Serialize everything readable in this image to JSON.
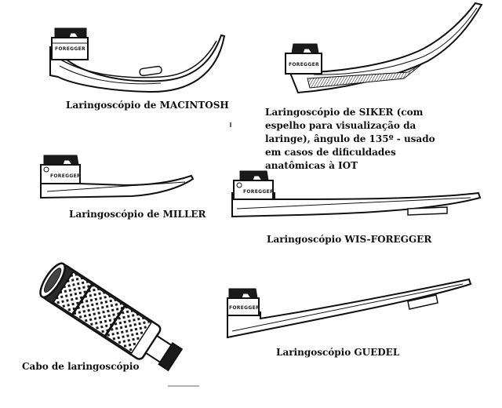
{
  "instruments": [
    {
      "id": "macintosh",
      "caption": "Laringoscópio de MACINTOSH",
      "brand": "FOREGGER"
    },
    {
      "id": "siker",
      "caption": "Laringoscópio de SIKER (com espelho para visualização da laringe), ângulo de 135º - usado em casos de dificuldades anatômicas à IOT",
      "brand": "FOREGGER"
    },
    {
      "id": "miller",
      "caption": "Laringoscópio de MILLER",
      "brand": "FOREGGER"
    },
    {
      "id": "wis-foregger",
      "caption": "Laringoscópio WIS-FOREGGER",
      "brand": "FOREGGER"
    },
    {
      "id": "handle",
      "caption": "Cabo de laringoscópio"
    },
    {
      "id": "guedel",
      "caption": "Laringoscópio GUEDEL",
      "brand": "FOREGGER"
    }
  ],
  "colors": {
    "ink": "#111111",
    "paper": "#ffffff"
  }
}
